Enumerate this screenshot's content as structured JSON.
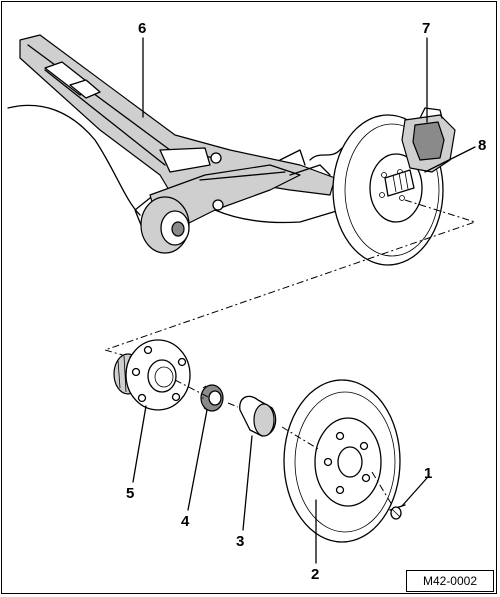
{
  "figure_id": "M42-0002",
  "callouts": [
    "1",
    "2",
    "3",
    "4",
    "5",
    "6",
    "7",
    "8"
  ]
}
